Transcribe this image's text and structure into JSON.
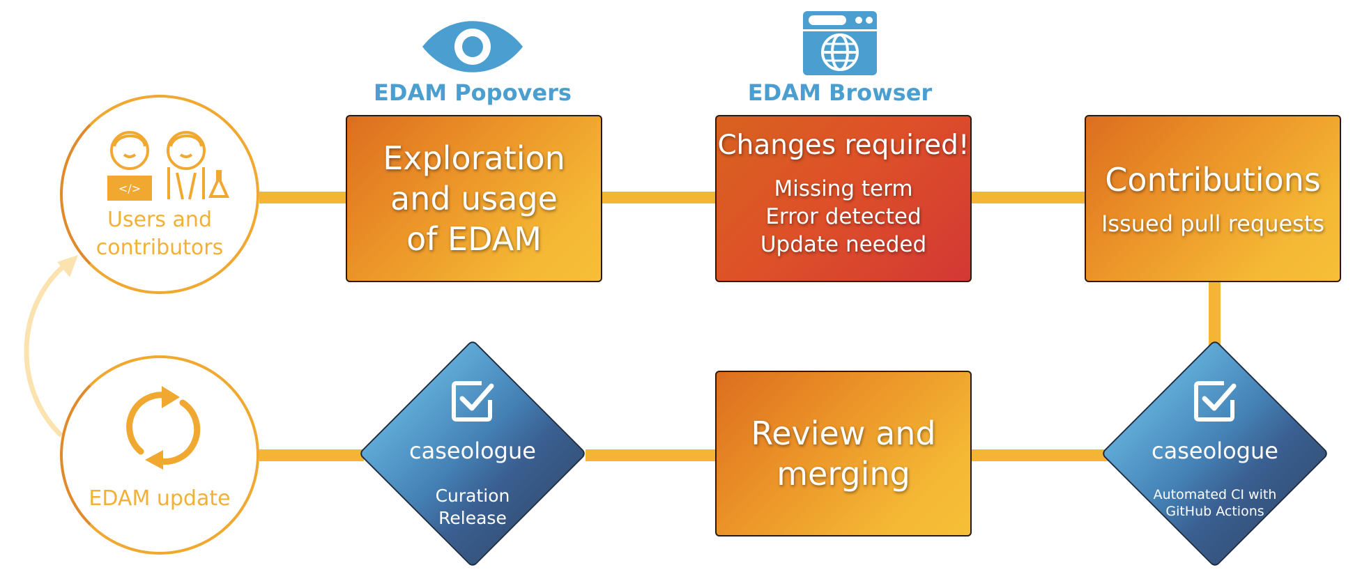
{
  "tools": {
    "popovers_label": "EDAM Popovers",
    "browser_label": "EDAM Browser"
  },
  "nodes": {
    "users": {
      "line1": "Users and",
      "line2": "contributors"
    },
    "update": {
      "label": "EDAM update"
    },
    "exploration": {
      "line1": "Exploration",
      "line2": "and usage",
      "line3": "of EDAM"
    },
    "changes": {
      "title": "Changes required!",
      "items": [
        "Missing term",
        "Error detected",
        "Update needed"
      ]
    },
    "contributions": {
      "title": "Contributions",
      "sub": "Issued pull requests"
    },
    "review": {
      "line1": "Review and",
      "line2": "merging"
    },
    "caseologue_left": {
      "title": "caseologue",
      "line1": "Curation",
      "line2": "Release"
    },
    "caseologue_right": {
      "title": "caseologue",
      "line1": "Automated CI with",
      "line2": "GitHub Actions"
    }
  },
  "icons": {
    "eye": "eye-icon",
    "browser": "browser-globe-icon",
    "users": "users-scientists-icon",
    "refresh": "refresh-cycle-icon",
    "checkbox": "checkbox-checked-icon"
  },
  "colors": {
    "connector": "#f4b535",
    "orange_box": "#ea8f27",
    "red_box": "#d33834",
    "diamond_blue": "#4582b6",
    "tool_blue": "#4a9fd0",
    "circle_stroke": "#f0a830"
  }
}
